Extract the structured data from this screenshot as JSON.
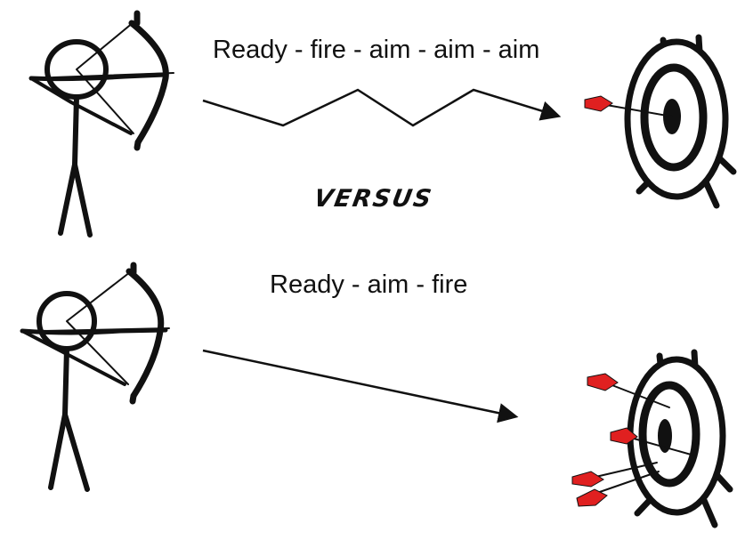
{
  "top_row": {
    "caption": "Ready - fire - aim - aim - aim",
    "arrow_style": "zigzag",
    "arrows_in_target": 1
  },
  "separator": {
    "label": "VERSUS"
  },
  "bottom_row": {
    "caption": "Ready - aim - fire",
    "arrow_style": "straight",
    "arrows_in_target": 4
  },
  "colors": {
    "ink": "#111111",
    "fletching": "#e02020",
    "target_white": "#ffffff"
  }
}
